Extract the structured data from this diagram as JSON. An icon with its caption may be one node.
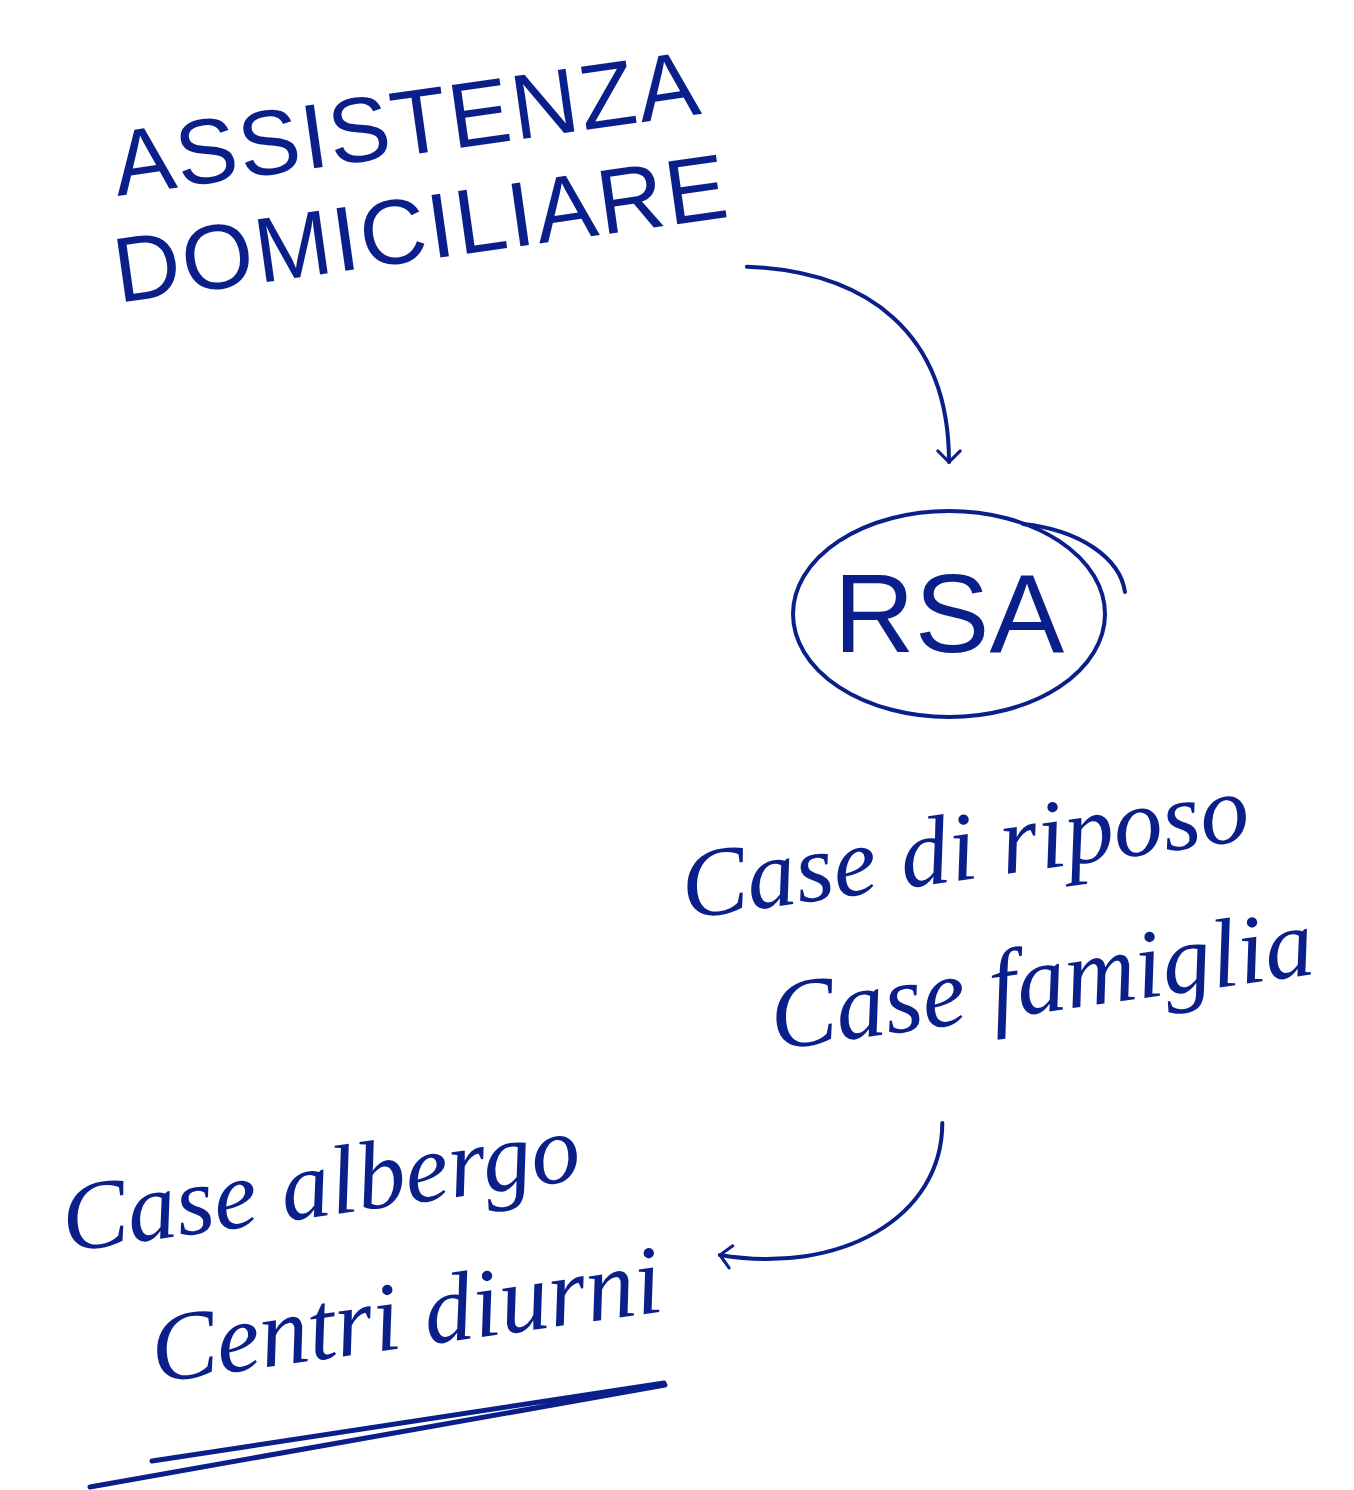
{
  "diagram": {
    "nodes": [
      {
        "text": [
          "ASSISTENZA DOMICILIARE"
        ]
      },
      {
        "text": [
          "RSA"
        ]
      },
      {
        "text": [
          "Case di riposo",
          "Case famiglia"
        ]
      },
      {
        "text": [
          "Case albergo",
          "Centri diurni"
        ]
      }
    ],
    "edges": [
      {
        "from": 0,
        "to": 1,
        "arrow": "to"
      },
      {
        "from": 2,
        "to": 3,
        "arrow": "to"
      }
    ]
  }
}
